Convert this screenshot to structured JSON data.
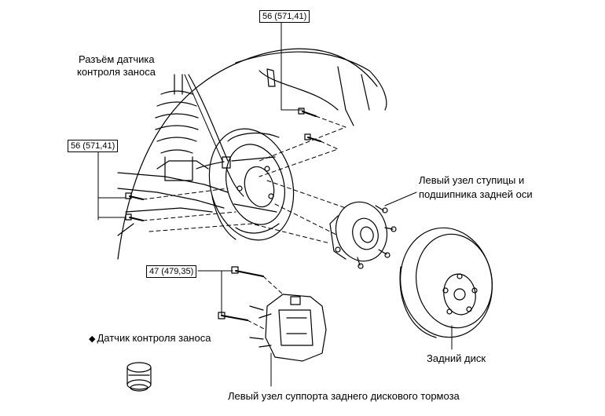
{
  "labels": {
    "sensor_connector_line1": "Разъём датчика",
    "sensor_connector_line2": "контроля заноса",
    "hub_line1": "Левый узел ступицы и",
    "hub_line2": "подшипника задней оси",
    "rear_disc": "Задний диск",
    "skid_sensor": "Датчик контроля заноса",
    "caliper": "Левый узел суппорта заднего дискового тормоза"
  },
  "torque": {
    "top": "56 (571,41)",
    "left": "56 (571,41)",
    "caliper_bolts": "47 (479,35)"
  },
  "symbols": {
    "diamond": "◆"
  },
  "colors": {
    "line": "#000000",
    "background": "#ffffff"
  }
}
